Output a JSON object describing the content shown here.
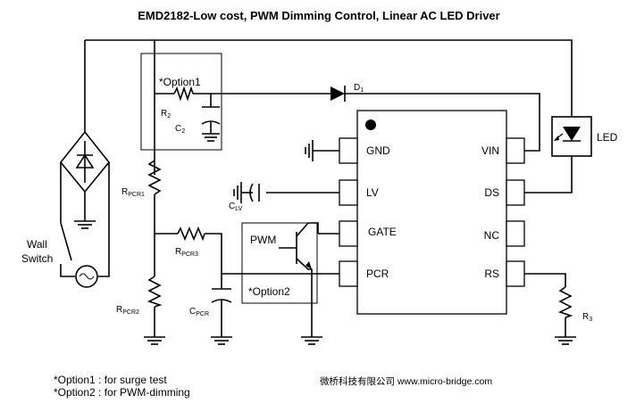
{
  "title": "EMD2182-Low cost, PWM Dimming Control, Linear AC LED Driver",
  "chip": {
    "left_pins": [
      "GND",
      "LV",
      "GATE",
      "PCR"
    ],
    "right_pins": [
      "VIN",
      "DS",
      "NC",
      "RS"
    ]
  },
  "labels": {
    "option1": "*Option1",
    "option2": "*Option2",
    "r2": "R",
    "r2_sub": "2",
    "c2": "C",
    "c2_sub": "2",
    "d1": "D",
    "d1_sub": "1",
    "led": "LED",
    "rpcr1": "R",
    "rpcr1_sub": "PCR1",
    "rpcr2": "R",
    "rpcr2_sub": "PCR2",
    "rpcr3": "R",
    "rpcr3_sub": "PCR3",
    "cpcr": "C",
    "cpcr_sub": "PCR",
    "clv": "C",
    "clv_sub": "LV",
    "r3": "R",
    "r3_sub": "3",
    "pwm": "PWM",
    "wall": "Wall",
    "switch": "Switch"
  },
  "notes": {
    "note1": "*Option1 : for surge test",
    "note2": "*Option2 : for PWM-dimming"
  },
  "footer": "微桥科技有限公司 www.micro-bridge.com",
  "colors": {
    "line": "#000000",
    "background": "#ffffff"
  }
}
